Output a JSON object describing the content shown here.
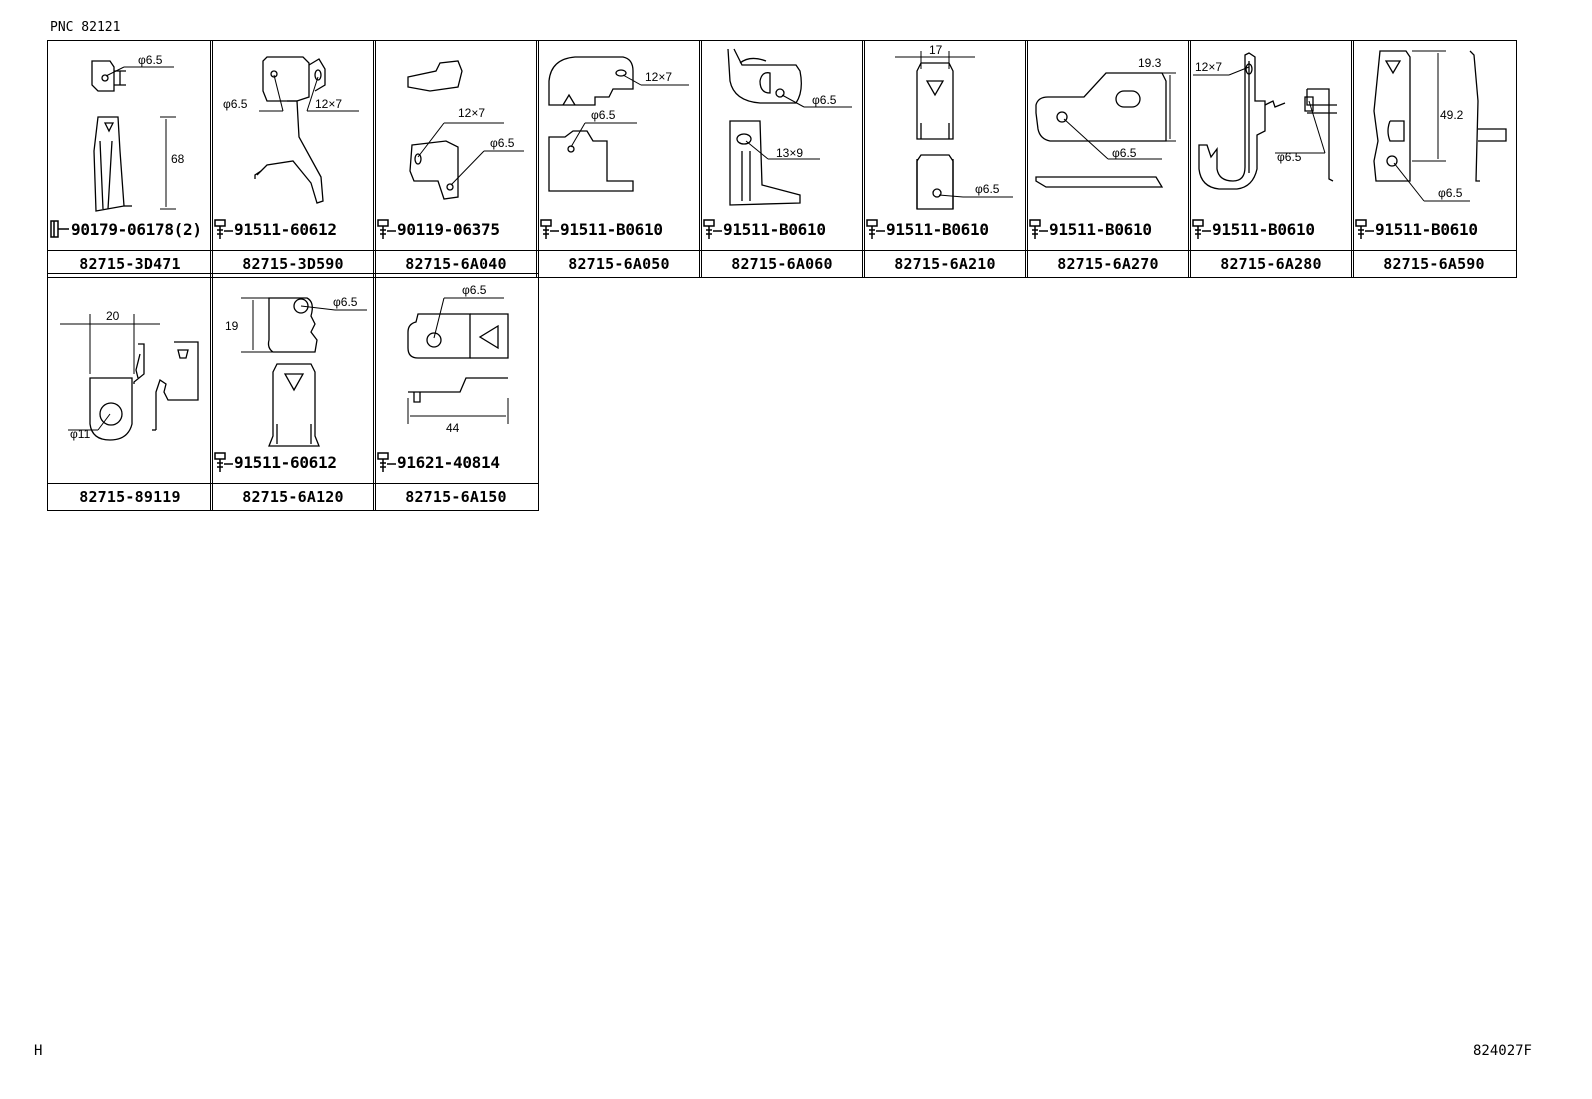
{
  "header": {
    "pnc": "PNC 82121"
  },
  "footer": {
    "left_code": "H",
    "right_code": "824027F"
  },
  "cells": [
    {
      "part": "82715-3D471",
      "bolt": "90179-06178(2)",
      "dims": [
        "φ6.5",
        "68"
      ]
    },
    {
      "part": "82715-3D590",
      "bolt": "91511-60612",
      "dims": [
        "φ6.5",
        "12×7"
      ]
    },
    {
      "part": "82715-6A040",
      "bolt": "90119-06375",
      "dims": [
        "12×7",
        "φ6.5"
      ]
    },
    {
      "part": "82715-6A050",
      "bolt": "91511-B0610",
      "dims": [
        "12×7",
        "φ6.5"
      ]
    },
    {
      "part": "82715-6A060",
      "bolt": "91511-B0610",
      "dims": [
        "φ6.5",
        "13×9"
      ]
    },
    {
      "part": "82715-6A210",
      "bolt": "91511-B0610",
      "dims": [
        "17",
        "φ6.5"
      ]
    },
    {
      "part": "82715-6A270",
      "bolt": "91511-B0610",
      "dims": [
        "19.3",
        "φ6.5"
      ]
    },
    {
      "part": "82715-6A280",
      "bolt": "91511-B0610",
      "dims": [
        "12×7",
        "φ6.5"
      ]
    },
    {
      "part": "82715-6A590",
      "bolt": "91511-B0610",
      "dims": [
        "49.2",
        "φ6.5"
      ]
    },
    {
      "part": "82715-89119",
      "bolt": "",
      "dims": [
        "20",
        "φ11"
      ]
    },
    {
      "part": "82715-6A120",
      "bolt": "91511-60612",
      "dims": [
        "19",
        "φ6.5"
      ]
    },
    {
      "part": "82715-6A150",
      "bolt": "91621-40814",
      "dims": [
        "φ6.5",
        "44"
      ]
    }
  ]
}
